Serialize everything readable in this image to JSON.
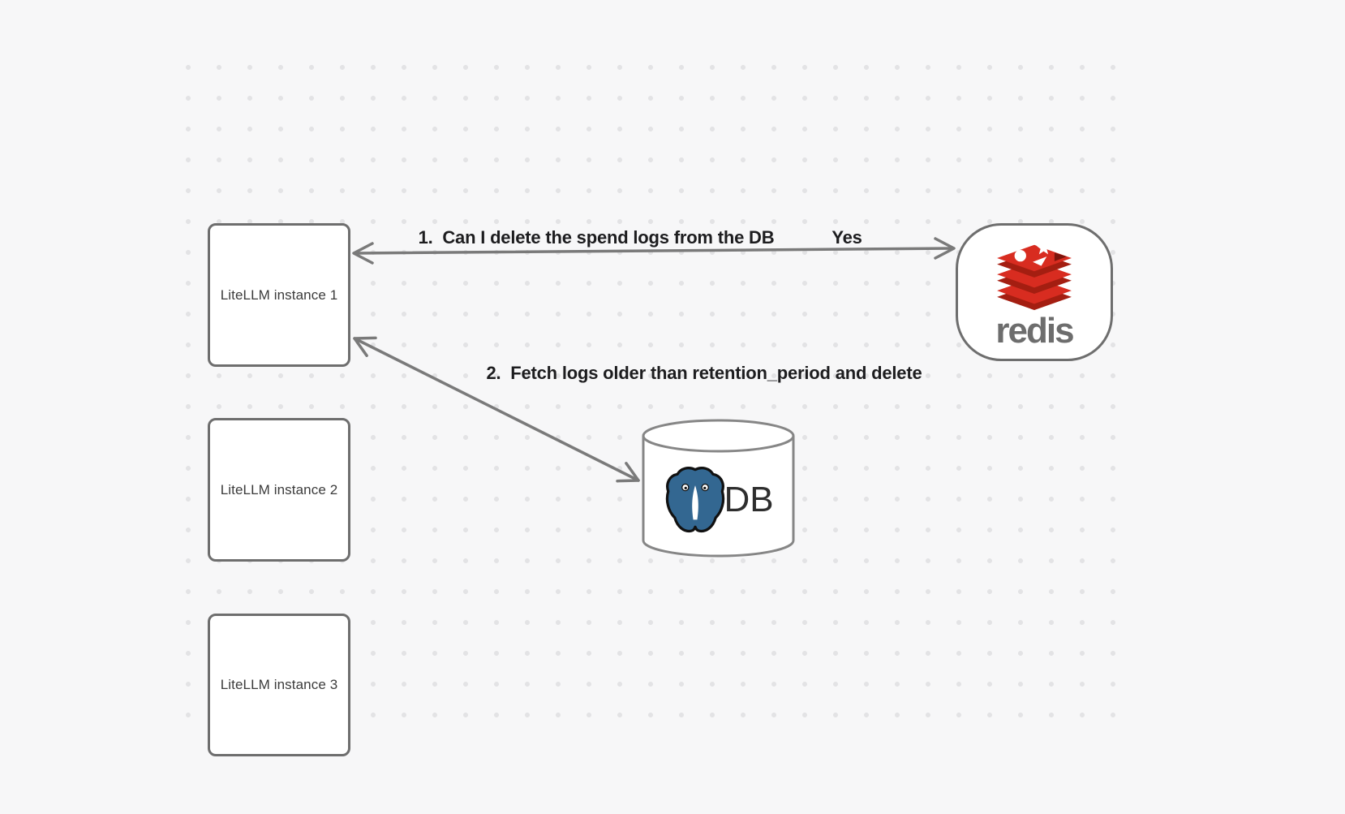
{
  "diagram": {
    "nodes": {
      "litellm_instances": [
        {
          "label": "LiteLLM instance 1"
        },
        {
          "label": "LiteLLM instance 2"
        },
        {
          "label": "LiteLLM instance 3"
        }
      ],
      "redis": {
        "wordmark": "redis"
      },
      "database": {
        "label": "DB"
      }
    },
    "edges": [
      {
        "from": "LiteLLM instance 1",
        "to": "redis",
        "direction": "bidirectional",
        "label": "1.  Can I delete the spend logs from the DB",
        "response": "Yes"
      },
      {
        "from": "LiteLLM instance 1",
        "to": "DB",
        "direction": "bidirectional",
        "label": "2.  Fetch logs older than retention_period and delete"
      }
    ],
    "icons": {
      "redis_logo": "redis-logo-icon",
      "postgres_elephant": "postgresql-elephant-icon",
      "database_shape": "database-cylinder"
    },
    "colors": {
      "background": "#f7f7f8",
      "dot_grid": "#e3e3e5",
      "node_border": "#6e6e6e",
      "node_fill": "#ffffff",
      "arrow": "#7a7a7a",
      "edge_label_text": "#1d1d1f",
      "node_text": "#3b3b3b",
      "redis_red": "#d82c20",
      "redis_dark_red": "#a41e11",
      "redis_wordmark_gray": "#6d6d6d",
      "postgres_blue": "#336791",
      "db_text": "#2e2e2e"
    }
  }
}
